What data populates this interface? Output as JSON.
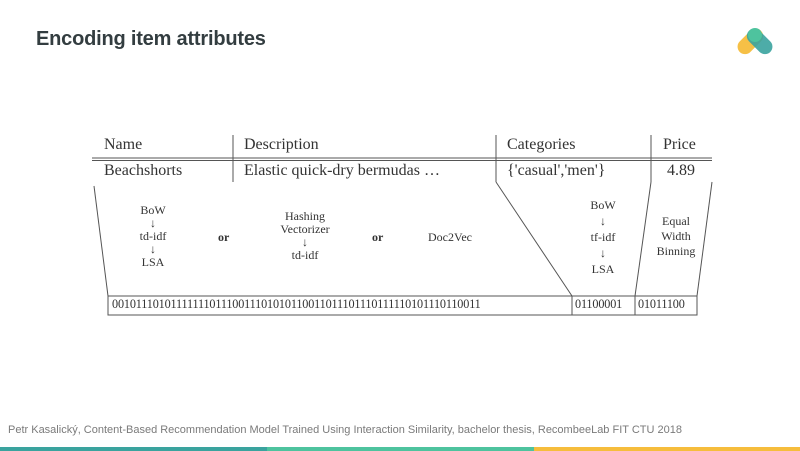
{
  "slide": {
    "title": "Encoding item attributes",
    "footer": "Petr Kasalický, Content-Based Recommendation Model Trained Using Interaction Similarity, bachelor thesis, RecombeeLab FIT CTU 2018",
    "bar_colors": [
      "#3aa39e",
      "#4ec39e",
      "#f6bd3c"
    ]
  },
  "table": {
    "headers": [
      "Name",
      "Description",
      "Categories",
      "Price"
    ],
    "row": [
      "Beachshorts",
      "Elastic quick-dry bermudas …",
      "{'casual','men'}",
      "4.89"
    ]
  },
  "encoders": {
    "description_option1": [
      "BoW",
      "↓",
      "td-idf",
      "↓",
      "LSA"
    ],
    "or1": "or",
    "description_option2": [
      "Hashing",
      "Vectorizer",
      "↓",
      "td-idf"
    ],
    "or2": "or",
    "description_option3": "Doc2Vec",
    "categories": [
      "BoW",
      "↓",
      "tf-idf",
      "↓",
      "LSA"
    ],
    "price": [
      "Equal",
      "Width",
      "Binning"
    ]
  },
  "vector": {
    "description_bits": "0010111010111111101110011101010110011011101110111110101110110011",
    "categories_bits": "01100001",
    "price_bits": "01011100"
  }
}
